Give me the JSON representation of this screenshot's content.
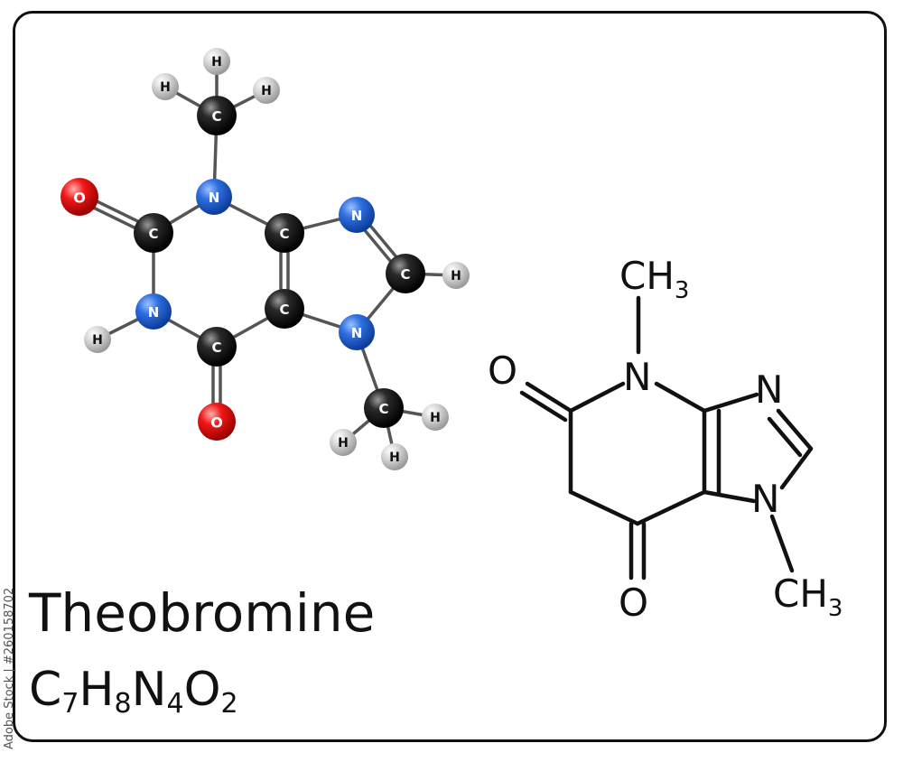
{
  "title": "Theobromine",
  "formula": {
    "parts": [
      {
        "sym": "C",
        "sub": "7"
      },
      {
        "sym": "H",
        "sub": "8"
      },
      {
        "sym": "N",
        "sub": "4"
      },
      {
        "sym": "O",
        "sub": "2"
      }
    ]
  },
  "watermark_id": "Adobe Stock | #260158702",
  "colors": {
    "carbon": "#111111",
    "nitrogen": "#1f5fd6",
    "oxygen": "#e01010",
    "hydrogen": "#cfcfcf",
    "bond": "#555555",
    "frame": "#111111"
  },
  "ball_model": {
    "atoms": [
      {
        "el": "O",
        "label": "O"
      },
      {
        "el": "C",
        "label": "C"
      },
      {
        "el": "N",
        "label": "N"
      },
      {
        "el": "C",
        "label": "C"
      },
      {
        "el": "H",
        "label": "H"
      },
      {
        "el": "H",
        "label": "H"
      },
      {
        "el": "H",
        "label": "H"
      },
      {
        "el": "C",
        "label": "C"
      },
      {
        "el": "C",
        "label": "C"
      },
      {
        "el": "N",
        "label": "N"
      },
      {
        "el": "C",
        "label": "C"
      },
      {
        "el": "H",
        "label": "H"
      },
      {
        "el": "N",
        "label": "N"
      },
      {
        "el": "C",
        "label": "C"
      },
      {
        "el": "H",
        "label": "H"
      },
      {
        "el": "H",
        "label": "H"
      },
      {
        "el": "H",
        "label": "H"
      },
      {
        "el": "C",
        "label": "C"
      },
      {
        "el": "O",
        "label": "O"
      },
      {
        "el": "N",
        "label": "N"
      },
      {
        "el": "H",
        "label": "H"
      }
    ]
  },
  "skeletal": {
    "labels": {
      "ch3_top": {
        "main": "CH",
        "sub": "3"
      },
      "ch3_bottom": {
        "main": "CH",
        "sub": "3"
      },
      "n_ring": "N",
      "n_imid_top": "N",
      "n_imid_bottom": "N",
      "o_left": "O",
      "o_bottom": "O"
    }
  }
}
